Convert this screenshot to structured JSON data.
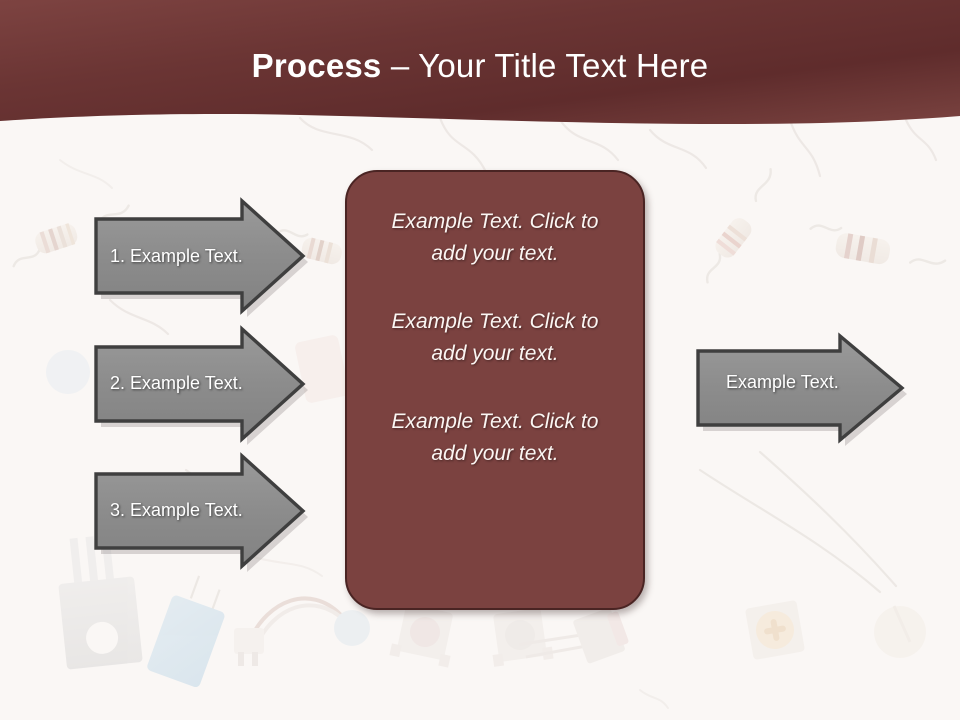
{
  "slide": {
    "title_strong": "Process",
    "title_rest": " – Your Title Text Here",
    "background_color": "#faf7f5",
    "banner_color": "#6d3838",
    "accent_color": "#7b4240",
    "arrow_color": "#8c8c8c",
    "arrow_outline_color": "#3f3f3f"
  },
  "left_arrows": [
    {
      "label": "1. Example Text."
    },
    {
      "label": "2. Example Text."
    },
    {
      "label": "3. Example Text."
    }
  ],
  "center_box": {
    "paragraphs": [
      "Example Text. Click  to add your text.",
      "Example Text. Click  to add your text.",
      "Example Text. Click  to add your text."
    ]
  },
  "right_arrow": {
    "label": "Example Text."
  }
}
